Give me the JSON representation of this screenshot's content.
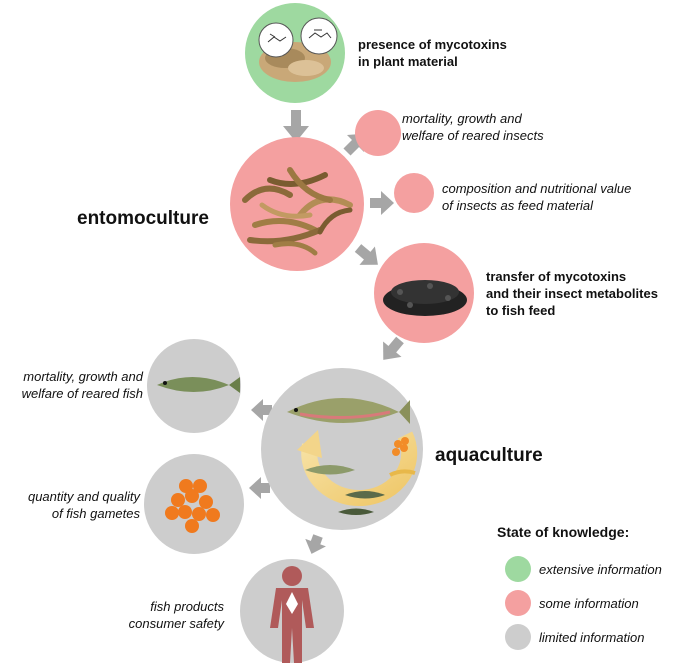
{
  "nodes": {
    "plant": "presence of mycotoxins\nin plant material",
    "insect_mortality": "mortality, growth and\nwelfare of reared insects",
    "insect_composition": "composition and nutritional value\nof insects as feed material",
    "transfer": "transfer of mycotoxins\nand their insect metabolites\nto fish feed",
    "fish_mortality": "mortality, growth and\nwelfare of reared fish",
    "gametes": "quantity and quality\nof fish gametes",
    "consumer": "fish products\nconsumer safety"
  },
  "sections": {
    "entomoculture": "entomoculture",
    "aquaculture": "aquaculture"
  },
  "legend": {
    "title": "State of knowledge:",
    "items": [
      {
        "label": "extensive information",
        "color": "#9ed9a0"
      },
      {
        "label": "some information",
        "color": "#f4a0a0"
      },
      {
        "label": "limited information",
        "color": "#cdcdcd"
      }
    ]
  },
  "colors": {
    "extensive": "#9ed9a0",
    "some": "#f4a0a0",
    "limited": "#cdcdcd",
    "arrow": "#a6a6a6",
    "cycle_arrow": "#f3d58a"
  }
}
